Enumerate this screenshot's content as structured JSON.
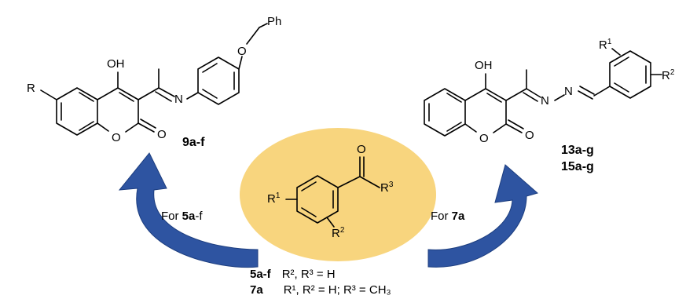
{
  "colors": {
    "ellipse_fill": "#F8D57E",
    "arrow_fill": "#2E54A1",
    "arrow_edge": "#1D3E7F",
    "text": "#000000"
  },
  "left_structure": {
    "substituent_r": "R",
    "oh": "OH",
    "n": "N",
    "o_ring": "O",
    "o_carbonyl": "O",
    "o_ether": "O",
    "ph": "Ph",
    "compound_label": "9a-f"
  },
  "right_structure": {
    "oh": "OH",
    "n1": "N",
    "n2": "N",
    "o_ring": "O",
    "o_carbonyl": "O",
    "r1_base": "R",
    "r1_sup": "1",
    "r2_base": "R",
    "r2_sup": "2",
    "label_1": "13a-g",
    "label_2": "15a-g"
  },
  "center_structure": {
    "o": "O",
    "r1_base": "R",
    "r1_sup": "1",
    "r2_base": "R",
    "r2_sup": "2",
    "r3_base": "R",
    "r3_sup": "3"
  },
  "arrows": {
    "left_label_prefix": "For ",
    "left_label_bold": "5a",
    "left_label_suffix": "-f",
    "right_label_prefix": "For ",
    "right_label_bold": "7a"
  },
  "conditions": {
    "line1_bold": "5a-f",
    "line1_text": "R², R³ = H",
    "line2_bold": "7a",
    "line2_text": "R¹, R² = H; R³ = CH₃"
  }
}
